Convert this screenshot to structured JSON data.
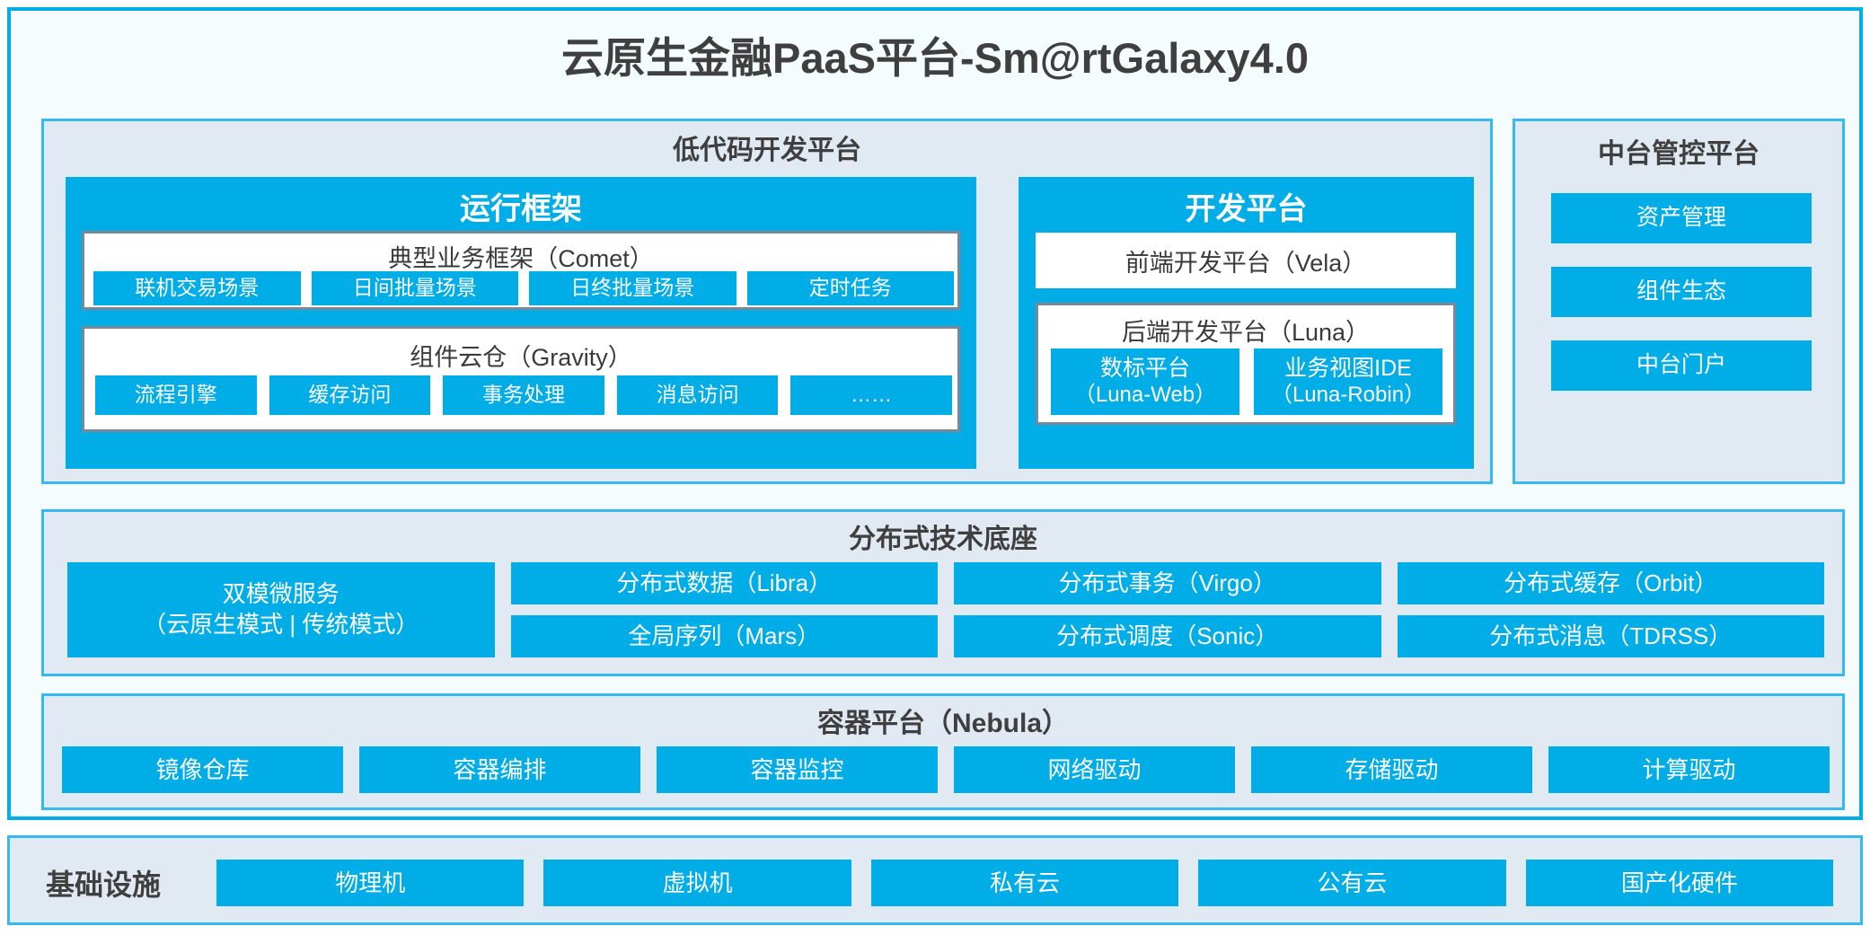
{
  "title": "云原生金融PaaS平台-Sm@rtGalaxy4.0",
  "colors": {
    "accent_blue": "#00ade6",
    "panel_border": "#36b9ef",
    "panel_bg": "#e1eaf3",
    "inner_border": "#7d8794",
    "page_bg": "#f5fcfe",
    "text": "#3a3a3a"
  },
  "low_code": {
    "title": "低代码开发平台",
    "runtime_framework": {
      "title": "运行框架",
      "comet": {
        "title": "典型业务框架（Comet）",
        "items": [
          "联机交易场景",
          "日间批量场景",
          "日终批量场景",
          "定时任务"
        ]
      },
      "gravity": {
        "title": "组件云仓（Gravity）",
        "items": [
          "流程引擎",
          "缓存访问",
          "事务处理",
          "消息访问",
          "……"
        ]
      }
    },
    "dev_platform": {
      "title": "开发平台",
      "vela": "前端开发平台（Vela）",
      "luna": {
        "title": "后端开发平台（Luna）",
        "items": [
          {
            "line1": "数标平台",
            "line2": "（Luna-Web）"
          },
          {
            "line1": "业务视图IDE",
            "line2": "（Luna-Robin）"
          }
        ]
      }
    }
  },
  "mid_platform": {
    "title": "中台管控平台",
    "items": [
      "资产管理",
      "组件生态",
      "中台门户"
    ]
  },
  "distributed_base": {
    "title": "分布式技术底座",
    "dual_mode": {
      "line1": "双模微服务",
      "line2": "（云原生模式 | 传统模式）"
    },
    "col2": [
      "分布式数据（Libra）",
      "全局序列（Mars）"
    ],
    "col3": [
      "分布式事务（Virgo）",
      "分布式调度（Sonic）"
    ],
    "col4": [
      "分布式缓存（Orbit）",
      "分布式消息（TDRSS）"
    ]
  },
  "container_platform": {
    "title": "容器平台（Nebula）",
    "items": [
      "镜像仓库",
      "容器编排",
      "容器监控",
      "网络驱动",
      "存储驱动",
      "计算驱动"
    ]
  },
  "infrastructure": {
    "label": "基础设施",
    "items": [
      "物理机",
      "虚拟机",
      "私有云",
      "公有云",
      "国产化硬件"
    ]
  }
}
